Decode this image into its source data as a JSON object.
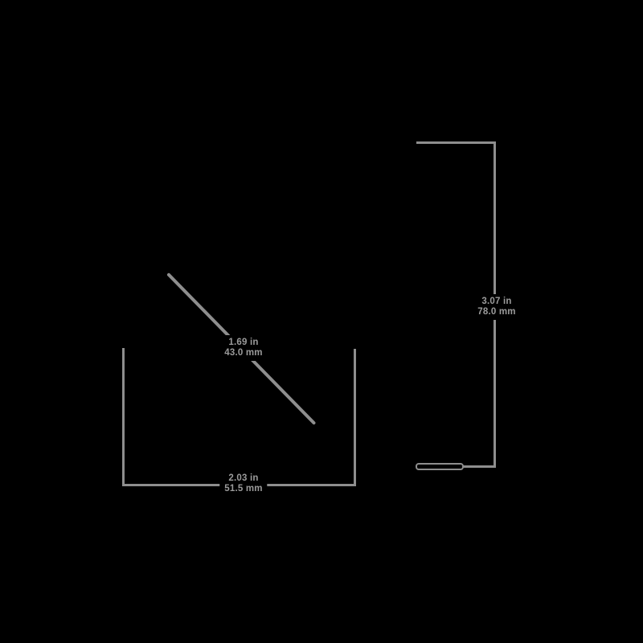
{
  "figure": {
    "type": "product-dimensions-diagram",
    "background_color": "#000000",
    "line_color": "#8e8e8e",
    "text_color": "#9b9b9b"
  },
  "dimensions": {
    "diagonal": {
      "inches": "1.69 in",
      "millimeters": "43.0 mm"
    },
    "width": {
      "inches": "2.03 in",
      "millimeters": "51.5 mm"
    },
    "height": {
      "inches": "3.07 in",
      "millimeters": "78.0 mm"
    }
  }
}
